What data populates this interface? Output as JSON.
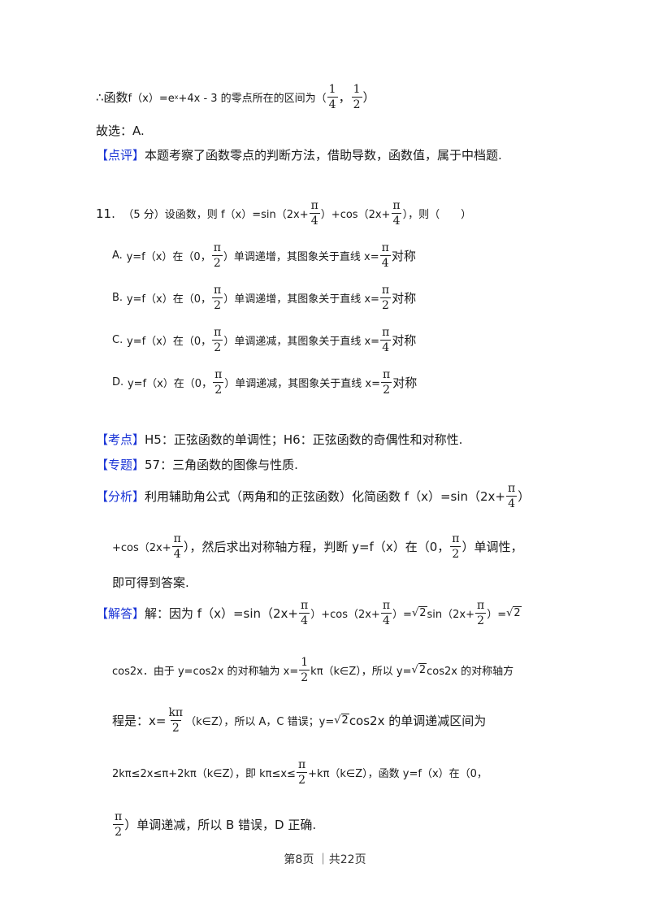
{
  "prev_solution": {
    "conclusion_prefix": "∴函数",
    "conclusion_func": "f（x）=e",
    "conclusion_exp": "x",
    "conclusion_rest": "+4x - 3 的零点所在的区间为（",
    "interval_a_num": "1",
    "interval_a_den": "4",
    "interval_sep": "，",
    "interval_b_num": "1",
    "interval_b_den": "2",
    "interval_close": "）",
    "answer": "故选：A.",
    "review_tag": "【点评】",
    "review_text": "本题考察了函数零点的判断方法，借助导数，函数值，属于中档题."
  },
  "question": {
    "number": "11.",
    "score": "（5 分）设函数，则 f（x）=sin（2x+",
    "pi": "π",
    "four": "4",
    "two": "2",
    "mid": "）+cos（2x+",
    "tail": "），则（　　）",
    "options": [
      {
        "letter": "A.",
        "pre": "y=f（x）在（0，",
        "post": "）单调递增，其图象关于直线 x=",
        "den": "4",
        "end": "对称"
      },
      {
        "letter": "B.",
        "pre": "y=f（x）在（0，",
        "post": "）单调递增，其图象关于直线 x=",
        "den": "2",
        "end": "对称"
      },
      {
        "letter": "C.",
        "pre": "y=f（x）在（0，",
        "post": "）单调递减，其图象关于直线 x=",
        "den": "4",
        "end": "对称"
      },
      {
        "letter": "D.",
        "pre": "y=f（x）在（0，",
        "post": "）单调递减，其图象关于直线 x=",
        "den": "2",
        "end": "对称"
      }
    ]
  },
  "analysis": {
    "kaodian_tag": "【考点】",
    "kaodian_text": "H5：正弦函数的单调性；H6：正弦函数的奇偶性和对称性.",
    "zhuanti_tag": "【专题】",
    "zhuanti_text": "57：三角函数的图像与性质.",
    "fenxi_tag": "【分析】",
    "fenxi_l1": "利用辅助角公式（两角和的正弦函数）化简函数 f（x）=sin（2x+",
    "fenxi_l1_end": "）",
    "fenxi_l2a": "+cos（2x+",
    "fenxi_l2b": "），然后求出对称轴方程，判断 y=f（x）在（0，",
    "fenxi_l2c": "）单调性，",
    "fenxi_l3": "即可得到答案.",
    "jieda_tag": "【解答】",
    "jieda_l1a": "解：因为 f（x）=sin（2x+",
    "jieda_l1b": "）+cos（2x+",
    "jieda_l1c": "）=",
    "sqrt2": "2",
    "jieda_l1d": "sin（2x+",
    "jieda_l1e": "）=",
    "jieda_l2a": "cos2x．由于 y=cos2x 的对称轴为 x=",
    "half_num": "1",
    "half_den": "2",
    "jieda_l2b": "kπ（k∈Z），所以 y=",
    "jieda_l2c": "cos2x 的对称轴方",
    "jieda_l3a": "程是：x=",
    "kpi": "kπ",
    "jieda_l3b": "（k∈Z），所以 A，C 错误；y=",
    "jieda_l3c": "cos2x 的单调递减区间为",
    "jieda_l4a": "2kπ≤2x≤π+2kπ（k∈Z），即 kπ≤x≤",
    "jieda_l4b": "+kπ（k∈Z），函数 y=f（x）在（0，",
    "jieda_l5": "）单调递减，所以 B 错误，D 正确."
  },
  "footer": {
    "page": "第8页 ｜共22页"
  }
}
